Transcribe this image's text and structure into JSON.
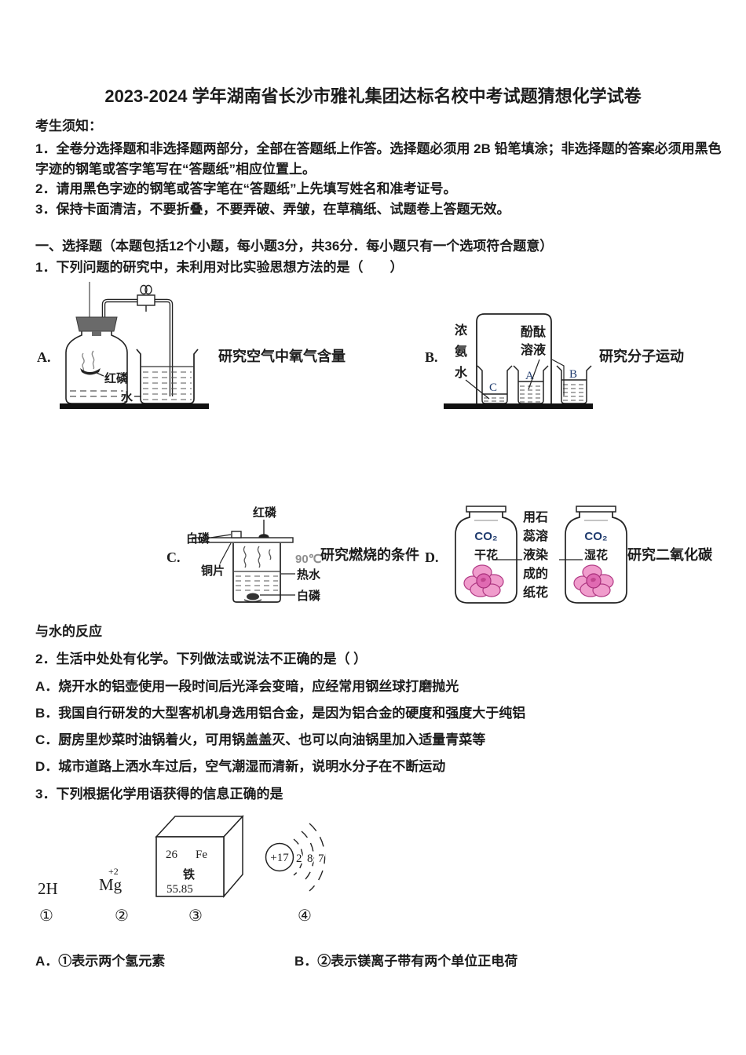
{
  "page": {
    "title": "2023-2024 学年湖南省长沙市雅礼集团达标名校中考试题猜想化学试卷"
  },
  "notice": {
    "heading": "考生须知：",
    "items": [
      "1．全卷分选择题和非选择题两部分，全部在答题纸上作答。选择题必须用 2B 铅笔填涂；非选择题的答案必须用黑色字迹的钢笔或答字笔写在“答题纸”相应位置上。",
      "2．请用黑色字迹的钢笔或答字笔在“答题纸”上先填写姓名和准考证号。",
      "3．保持卡面清洁，不要折叠，不要弄破、弄皱，在草稿纸、试题卷上答题无效。"
    ]
  },
  "section1": {
    "heading": "一、选择题（本题包括12个小题，每小题3分，共36分．每小题只有一个选项符合题意）"
  },
  "q1": {
    "stem": "1．下列问题的研究中，未利用对比实验思想方法的是（　　）",
    "a": {
      "key": "A.",
      "caption": "研究空气中氧气含量",
      "red_phosphorus": "红磷",
      "water": "水"
    },
    "b": {
      "key": "B.",
      "caption": "研究分子运动",
      "ammonia": "浓氨水",
      "phenolphthalein": "酚酞溶液",
      "beaker_c": "C",
      "beaker_a": "A",
      "beaker_b": "B"
    },
    "c": {
      "key": "C.",
      "caption": "研究燃烧的条件",
      "red_phosphorus": "红磷",
      "white_phosphorus_top": "白磷",
      "copper_sheet": "铜片",
      "temperature": "90℃",
      "hot_water": "热水",
      "white_phosphorus_bottom": "白磷"
    },
    "d": {
      "key": "D.",
      "caption": "研究二氧化碳",
      "caption_continued": "与水的反应",
      "co2": "CO₂",
      "dry_flower": "干花",
      "wet_flower": "湿花",
      "litmus_note": "用石蕊溶液染成的纸花"
    }
  },
  "q2": {
    "stem": "2．生活中处处有化学。下列做法或说法不正确的是（ ）",
    "a": "A．烧开水的铝壶使用一段时间后光泽会变暗，应经常用钢丝球打磨抛光",
    "b": "B．我国自行研发的大型客机机身选用铝合金，是因为铝合金的硬度和强度大于纯铝",
    "c": "C．厨房里炒菜时油锅着火，可用锅盖盖灭、也可以向油锅里加入适量青菜等",
    "d": "D．城市道路上洒水车过后，空气潮湿而清新，说明水分子在不断运动"
  },
  "q3": {
    "stem": "3．下列根据化学用语获得的信息正确的是",
    "item1": {
      "formula": "2H",
      "num": "①"
    },
    "item2": {
      "symbol": "Mg",
      "charge": "+2",
      "num": "②"
    },
    "item3": {
      "atomic_number": "26",
      "symbol": "Fe",
      "name": "铁",
      "mass": "55.85",
      "num": "③"
    },
    "item4": {
      "nucleus": "+17",
      "shells": [
        "2",
        "8",
        "7"
      ],
      "num": "④"
    },
    "a": "A．①表示两个氢元素",
    "b": "B．②表示镁离子带有两个单位正电荷"
  },
  "colors": {
    "ink": "#1c1c1c",
    "accent_navy": "#1e3a6d",
    "flower_pink": "#f09ccc",
    "flower_deep": "#c2468f",
    "muted_gray": "#8e8e8e"
  }
}
